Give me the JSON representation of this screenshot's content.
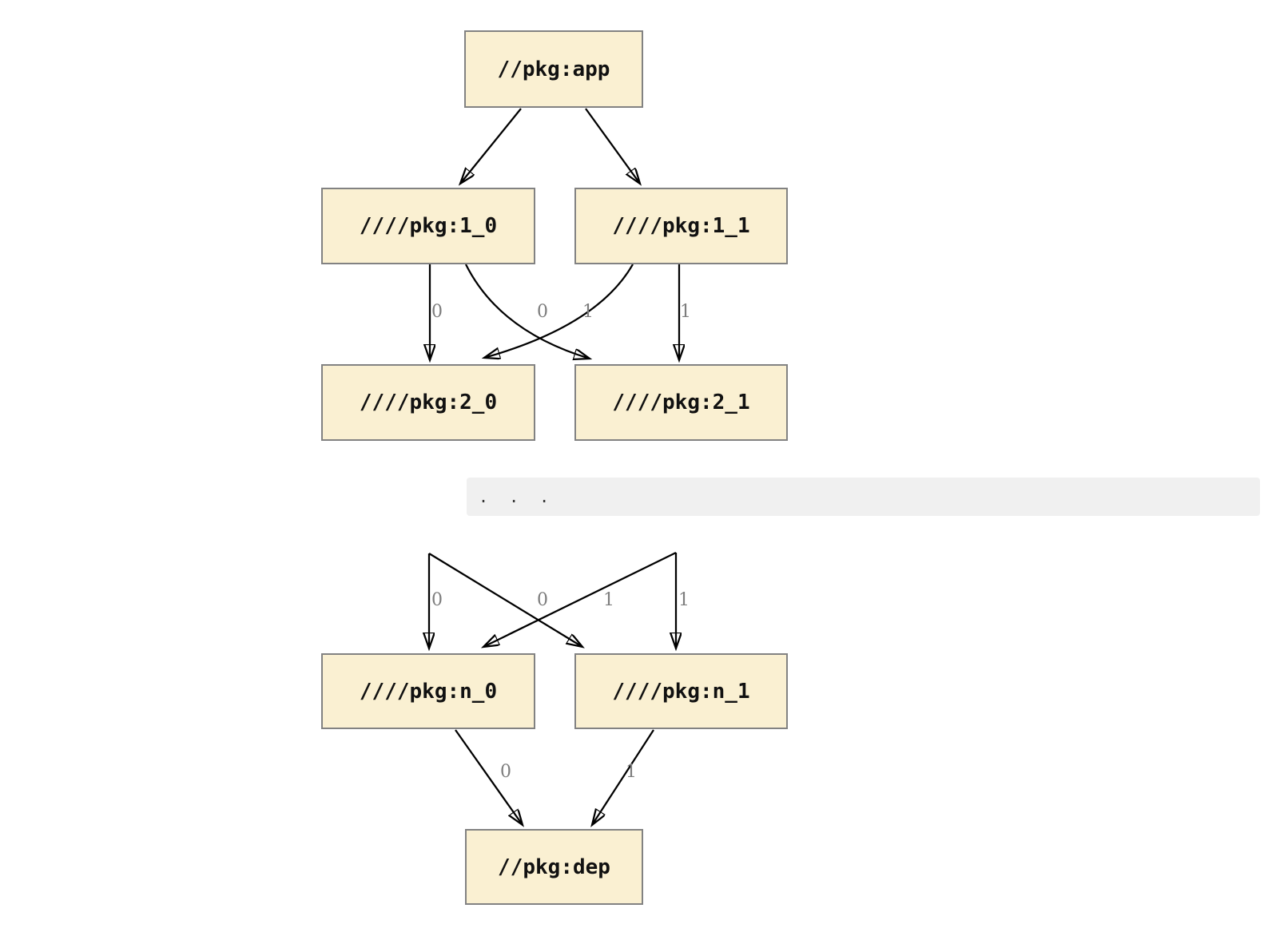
{
  "diagram": {
    "nodes": [
      {
        "id": "app",
        "label": "//pkg:app"
      },
      {
        "id": "1_0",
        "label": "////pkg:1_0"
      },
      {
        "id": "1_1",
        "label": "////pkg:1_1"
      },
      {
        "id": "2_0",
        "label": "////pkg:2_0"
      },
      {
        "id": "2_1",
        "label": "////pkg:2_1"
      },
      {
        "id": "n_0",
        "label": "////pkg:n_0"
      },
      {
        "id": "n_1",
        "label": "////pkg:n_1"
      },
      {
        "id": "dep",
        "label": "//pkg:dep"
      }
    ],
    "edges": [
      {
        "from": "//pkg:app",
        "to": "////pkg:1_0",
        "label": ""
      },
      {
        "from": "//pkg:app",
        "to": "////pkg:1_1",
        "label": ""
      },
      {
        "from": "////pkg:1_0",
        "to": "////pkg:2_0",
        "label": "0"
      },
      {
        "from": "////pkg:1_0",
        "to": "////pkg:2_1",
        "label": "1"
      },
      {
        "from": "////pkg:1_1",
        "to": "////pkg:2_0",
        "label": "0"
      },
      {
        "from": "////pkg:1_1",
        "to": "////pkg:2_1",
        "label": "1"
      },
      {
        "from": "...",
        "to": "////pkg:n_0",
        "label": "0"
      },
      {
        "from": "...",
        "to": "////pkg:n_1",
        "label": "1"
      },
      {
        "from": "////pkg:n_0",
        "to": "//pkg:dep",
        "label": "0"
      },
      {
        "from": "////pkg:n_1",
        "to": "//pkg:dep",
        "label": "1"
      }
    ],
    "edge_labels": [
      "0",
      "0",
      "1",
      "1",
      "0",
      "0",
      "1",
      "1",
      "0",
      "1"
    ],
    "ellipsis": ". . ."
  },
  "colors": {
    "node_fill": "#faf0d2",
    "node_border": "#828282",
    "edge_stroke": "#000000",
    "edge_label": "#7d7d7d",
    "ellipsis_band_bg": "#f0f0f0",
    "page_bg": "#ffffff"
  }
}
